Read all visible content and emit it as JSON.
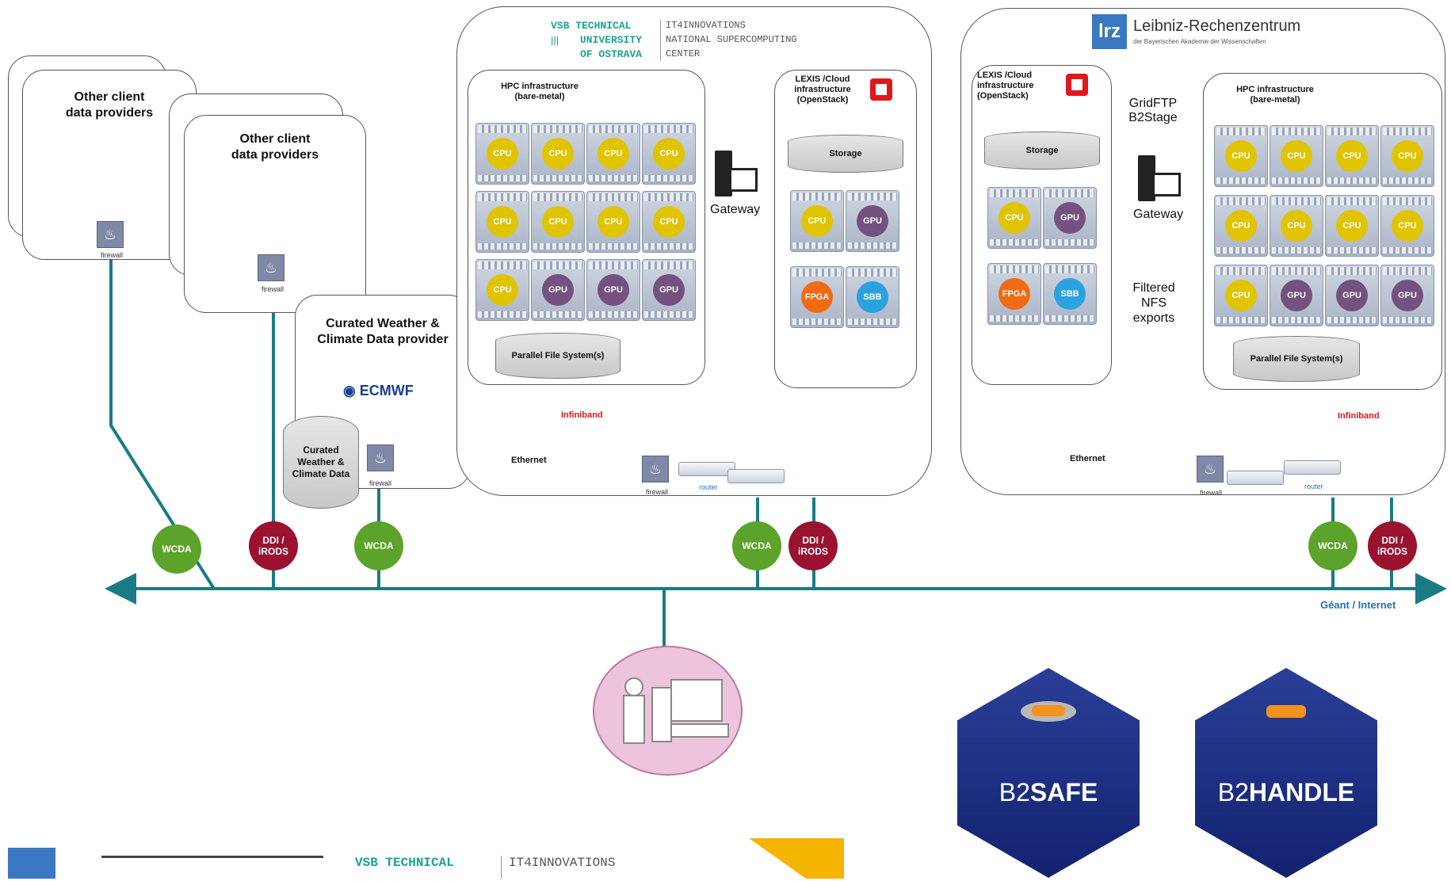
{
  "client1": {
    "title": "Other client\ndata providers",
    "firewall": "firewall"
  },
  "client2": {
    "title": "Other client\ndata providers",
    "firewall": "firewall"
  },
  "curated": {
    "title": "Curated Weather &\nClimate Data provider",
    "logo": "ECMWF",
    "storage": "Curated\nWeather &\nClimate Data",
    "firewall": "firewall"
  },
  "vsb": {
    "logo_line1": "VSB TECHNICAL",
    "logo_line2": "UNIVERSITY",
    "logo_line3": "OF OSTRAVA",
    "logo_right1": "IT4INNOVATIONS",
    "logo_right2": "NATIONAL SUPERCOMPUTING",
    "logo_right3": "CENTER",
    "hpc_title": "HPC infrastructure\n(bare-metal)",
    "cloud_title": "LEXIS /Cloud\ninfrastructure\n(OpenStack)",
    "storage": "Storage",
    "pfs": "Parallel File System(s)",
    "infiniband": "Infiniband",
    "gateway": "Gateway",
    "ethernet": "Ethernet",
    "firewall": "firewall",
    "router": "router"
  },
  "lrz": {
    "logo_abbr": "lrz",
    "logo_name": "Leibniz-Rechenzentrum",
    "logo_sub": "der Bayerischen Akademie der Wissenschaften",
    "cloud_title": "LEXIS /Cloud\ninfrastructure\n(OpenStack)",
    "hpc_title": "HPC infrastructure\n(bare-metal)",
    "storage": "Storage",
    "pfs": "Parallel File System(s)",
    "infiniband": "Infiniband",
    "gateway": "Gateway",
    "gridftp": "GridFTP\nB2Stage",
    "filtered": "Filtered\nNFS\nexports",
    "ethernet": "Ethernet",
    "firewall": "firewall",
    "router": "router"
  },
  "chips": {
    "cpu": "CPU",
    "gpu": "GPU",
    "fpga": "FPGA",
    "sbb": "SBB"
  },
  "badges": {
    "wcda": "WCDA",
    "ddi": "DDI /\niRODS"
  },
  "network": {
    "label": "Géant / Internet"
  },
  "b2safe": {
    "prefix": "B2",
    "name": "SAFE"
  },
  "b2handle": {
    "prefix": "B2",
    "name": "HANDLE"
  },
  "footer": {
    "logo_line1": "VSB TECHNICAL",
    "logo_right1": "IT4INNOVATIONS"
  },
  "colors": {
    "network": "#1a7b86",
    "infiniband": "#e0171b",
    "b2": "#1d2f86",
    "accent": "#f4b400"
  }
}
